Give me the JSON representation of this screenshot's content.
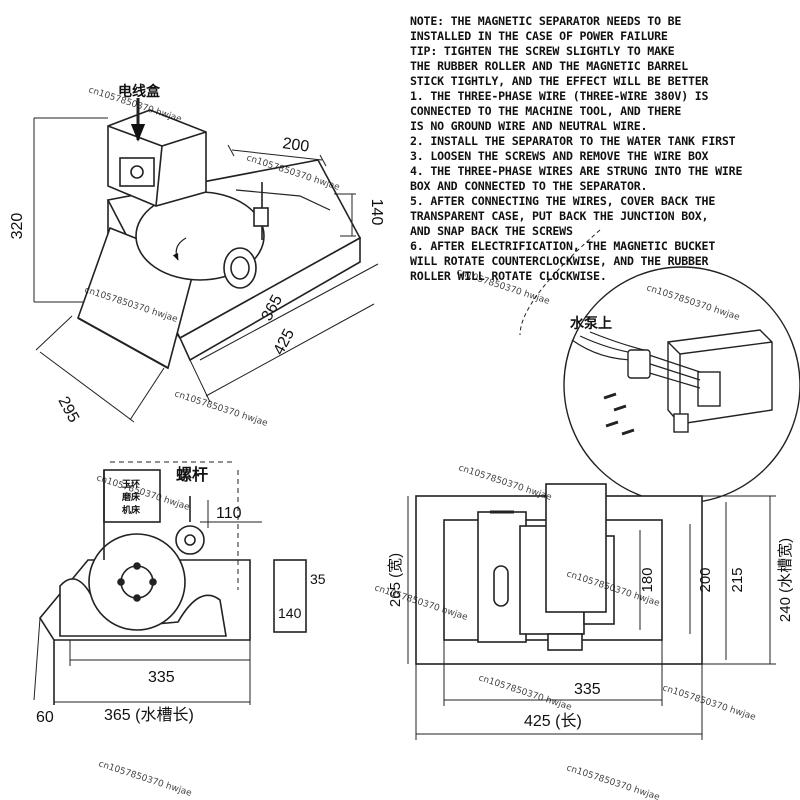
{
  "notes": [
    "NOTE: THE MAGNETIC SEPARATOR NEEDS TO BE",
    "INSTALLED IN THE CASE OF POWER FAILURE",
    "TIP: TIGHTEN THE SCREW SLIGHTLY TO MAKE",
    "THE RUBBER ROLLER AND THE MAGNETIC BARREL",
    "STICK TIGHTLY, AND THE EFFECT WILL BE BETTER",
    "1. THE THREE-PHASE WIRE (THREE-WIRE 380V) IS",
    "CONNECTED TO THE MACHINE TOOL, AND THERE",
    "IS NO GROUND WIRE AND NEUTRAL WIRE.",
    "2. INSTALL THE SEPARATOR TO THE WATER TANK FIRST",
    "3. LOOSEN THE SCREWS AND REMOVE THE WIRE BOX",
    "4. THE THREE-PHASE WIRES ARE STRUNG INTO THE WIRE",
    "BOX AND CONNECTED TO THE SEPARATOR.",
    "5. AFTER CONNECTING THE WIRES, COVER BACK THE",
    "TRANSPARENT CASE, PUT BACK THE JUNCTION BOX,",
    "AND SNAP BACK THE SCREWS",
    "6. AFTER ELECTRIFICATION, THE MAGNETIC BUCKET",
    "WILL ROTATE COUNTERCLOCKWISE, AND THE RUBBER",
    "ROLLER WILL ROTATE CLOCKWISE."
  ],
  "iso_view": {
    "junction_box_label": "电线盒",
    "dims": {
      "height": "320",
      "width": "200",
      "depth": "140",
      "inner_length": "365",
      "length": "425",
      "base": "295"
    }
  },
  "detail_view": {
    "label": "水泵上"
  },
  "side_view": {
    "label_machine": [
      "玉环",
      "磨床",
      "机床"
    ],
    "label_screw": "螺杆",
    "dims": {
      "top": "110",
      "small": "35",
      "height": "140",
      "length": "335",
      "offset": "60",
      "tank_length": "365 (水槽长)"
    }
  },
  "top_view": {
    "dims": {
      "height_total": "265 (宽)",
      "inner": "180",
      "mid": "200",
      "outer": "215",
      "tank_width": "240 (水槽宽)",
      "length": "335",
      "total_length": "425 (长)"
    }
  },
  "watermark": "cn1057850370 hwjae"
}
